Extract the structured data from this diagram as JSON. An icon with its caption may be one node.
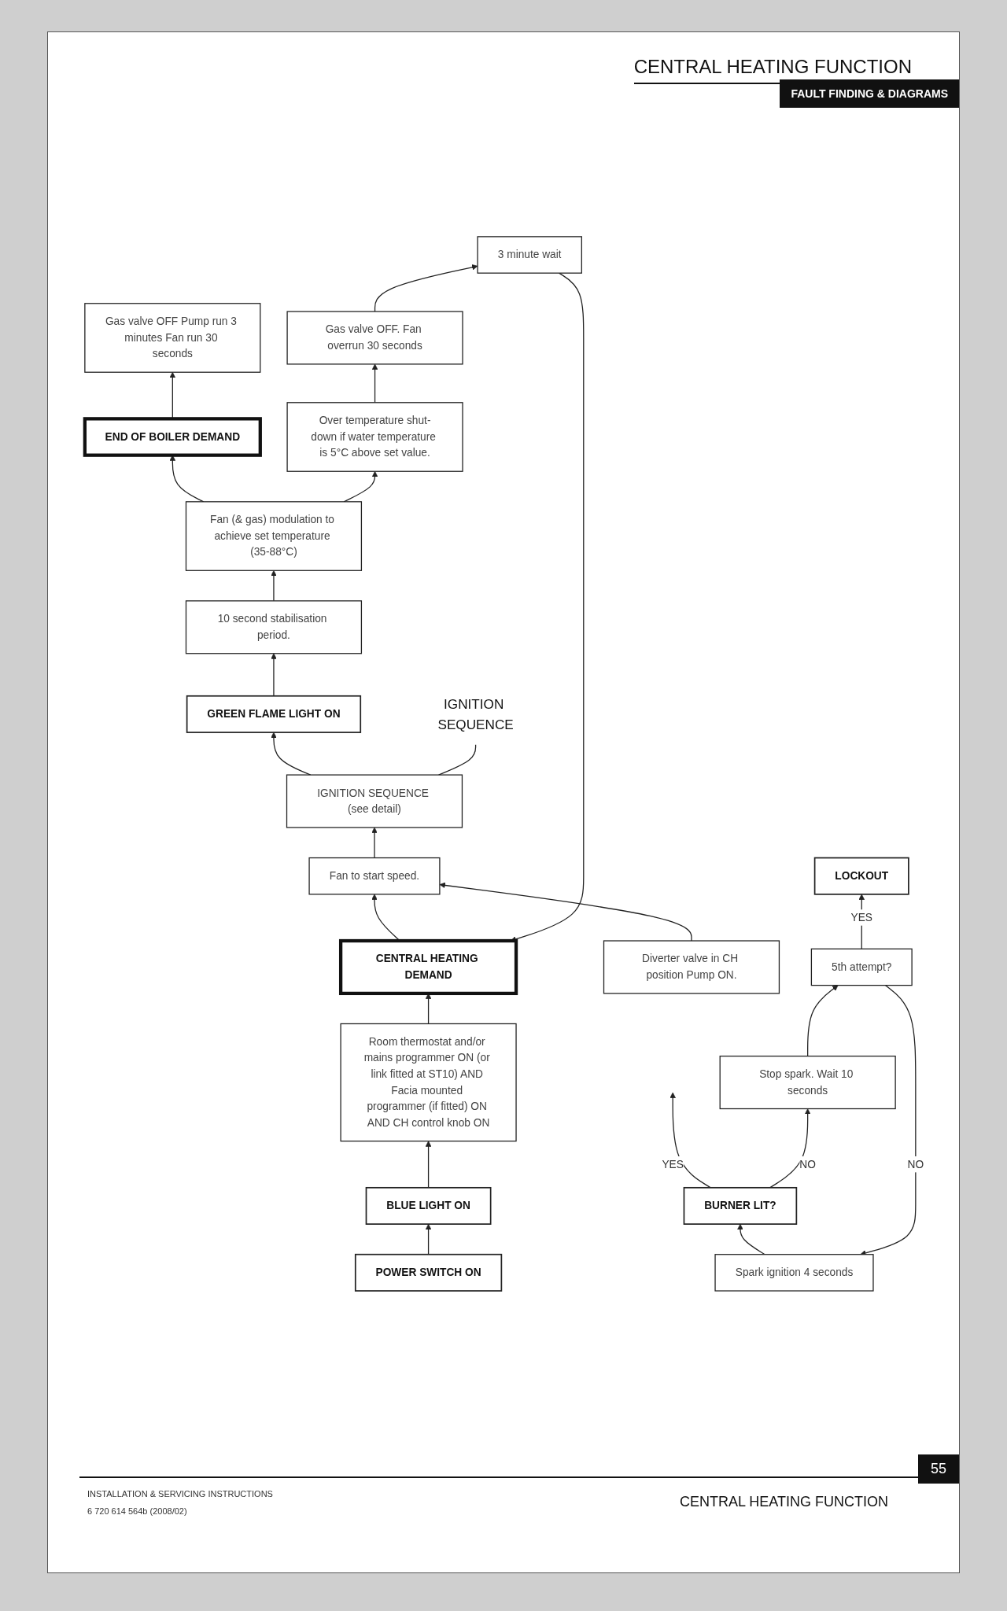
{
  "diagram": {
    "title": "CENTRAL HEATING FUNCTION",
    "nodes": [
      {
        "text": [
          "POWER SWITCH ON"
        ]
      },
      {
        "text": [
          "BLUE LIGHT ON"
        ]
      },
      {
        "text": [
          "Room thermostat and/or mains programmer ON (or link fitted at ST10) AND Facia mounted programmer (if fitted) ON AND CH control knob ON"
        ]
      },
      {
        "text": [
          "CENTRAL HEATING DEMAND"
        ]
      },
      {
        "text": [
          "Diverter valve in CH position Pump ON."
        ]
      },
      {
        "text": [
          "Fan to start speed."
        ]
      },
      {
        "text": [
          "IGNITION SEQUENCE (see detail)"
        ]
      },
      {
        "text": [
          "GREEN FLAME LIGHT ON"
        ]
      },
      {
        "text": [
          "10 second stabilisation period."
        ]
      },
      {
        "text": [
          "Fan (& gas) modulation to achieve set temperature (35-88°C)"
        ]
      },
      {
        "text": [
          "END OF BOILER DEMAND"
        ]
      },
      {
        "text": [
          "Gas valve OFF Pump run 3 minutes Fan run 30 seconds"
        ]
      },
      {
        "text": [
          "Over temperature shut-down if water temperature is 5°C above set value."
        ]
      },
      {
        "text": [
          "Gas valve OFF. Fan overrun 30 seconds"
        ]
      },
      {
        "text": [
          "3 minute wait"
        ]
      },
      {
        "text": [
          "IGNITION SEQUENCE"
        ]
      },
      {
        "text": [
          "Spark ignition 4 seconds"
        ]
      },
      {
        "text": [
          "BURNER LIT?"
        ]
      },
      {
        "text": [
          "Stop spark. Wait 10 seconds"
        ]
      },
      {
        "text": [
          "5th attempt?"
        ]
      },
      {
        "text": [
          "LOCKOUT"
        ]
      }
    ],
    "edges": [
      {
        "from": 0,
        "to": 1,
        "arrow": "to"
      },
      {
        "from": 1,
        "to": 2,
        "arrow": "to"
      },
      {
        "from": 2,
        "to": 3,
        "arrow": "to"
      },
      {
        "from": 3,
        "to": 5,
        "arrow": "to"
      },
      {
        "from": 4,
        "to": 5,
        "arrow": "to"
      },
      {
        "from": 5,
        "to": 6,
        "arrow": "to"
      },
      {
        "from": 6,
        "to": 7,
        "arrow": "to"
      },
      {
        "from": 7,
        "to": 8,
        "arrow": "to"
      },
      {
        "from": 8,
        "to": 9,
        "arrow": "to"
      },
      {
        "from": 9,
        "to": 10,
        "arrow": "to"
      },
      {
        "from": 10,
        "to": 11,
        "arrow": "to"
      },
      {
        "from": 9,
        "to": 12,
        "arrow": "to"
      },
      {
        "from": 12,
        "to": 13,
        "arrow": "to"
      },
      {
        "from": 13,
        "to": 14,
        "arrow": "to"
      },
      {
        "from": 14,
        "to": 3,
        "arrow": "to"
      },
      {
        "from": 6,
        "to": 15,
        "arrow": "none"
      },
      {
        "from": 16,
        "to": 17,
        "arrow": "to"
      },
      {
        "from": 17,
        "to": null,
        "arrow": "to",
        "label": "YES"
      },
      {
        "from": 17,
        "to": 18,
        "arrow": "to",
        "label": "NO"
      },
      {
        "from": 18,
        "to": 19,
        "arrow": "to"
      },
      {
        "from": 19,
        "to": 16,
        "arrow": "to",
        "label": "NO"
      },
      {
        "from": 19,
        "to": 20,
        "arrow": "to",
        "label": "YES"
      }
    ],
    "labels": [
      "FAULT FINDING & DIAGRAMS",
      "55",
      "INSTALLATION & SERVICING INSTRUCTIONS",
      "6 720 614 564b (2008/02)",
      "CENTRAL HEATING FUNCTION"
    ]
  }
}
